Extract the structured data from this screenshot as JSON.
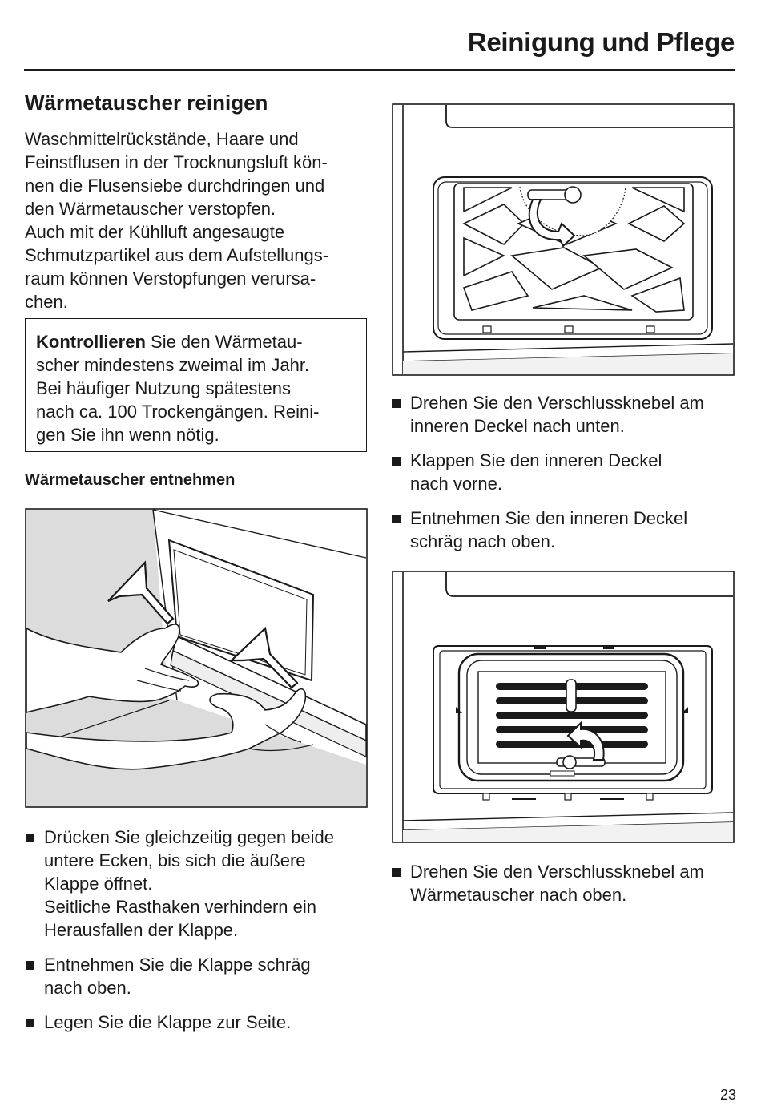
{
  "header": {
    "title": "Reinigung und Pflege"
  },
  "section": {
    "title": "Wärmetauscher reinigen",
    "intro_lines": [
      "Waschmittelrückstände, Haare und",
      "Feinstflusen in der Trocknungsluft kön-",
      "nen die Flusensiebe durchdringen und",
      "den Wärmetauscher verstopfen.",
      "Auch mit der Kühlluft angesaugte",
      "Schmutzpartikel aus dem Aufstellungs-",
      "raum können Verstopfungen verursa-",
      "chen."
    ]
  },
  "note": {
    "bold": "Kontrollieren",
    "line1_rest": " Sie den Wärmetau-",
    "lines": [
      "scher mindestens zweimal im Jahr.",
      "Bei häufiger Nutzung spätestens",
      "nach ca. 100 Trockengängen. Reini-",
      "gen Sie ihn wenn nötig."
    ]
  },
  "subsection": {
    "title": "Wärmetauscher entnehmen"
  },
  "left_steps": [
    {
      "lines": [
        "Drücken Sie gleichzeitig gegen beide",
        "untere Ecken, bis sich die äußere",
        "Klappe öffnet.",
        "Seitliche Rasthaken verhindern ein",
        "Herausfallen der Klappe."
      ]
    },
    {
      "lines": [
        "Entnehmen Sie die Klappe schräg",
        "nach oben."
      ]
    },
    {
      "lines": [
        "Legen Sie die Klappe zur Seite."
      ]
    }
  ],
  "right_steps_top": [
    {
      "lines": [
        "Drehen Sie den Verschlussknebel am",
        "inneren Deckel nach unten."
      ]
    },
    {
      "lines": [
        "Klappen Sie den inneren Deckel",
        "nach vorne."
      ]
    },
    {
      "lines": [
        "Entnehmen Sie den inneren Deckel",
        "schräg nach oben."
      ]
    }
  ],
  "right_steps_bottom": [
    {
      "lines": [
        "Drehen Sie den Verschlussknebel am",
        "Wärmetauscher nach oben."
      ]
    }
  ],
  "footer": {
    "page_number": "23"
  },
  "icons": {
    "bullet": "square-bullet-icon",
    "rotate_arrow": "curved-arrow-icon",
    "press_arrow": "press-arrow-icon"
  }
}
